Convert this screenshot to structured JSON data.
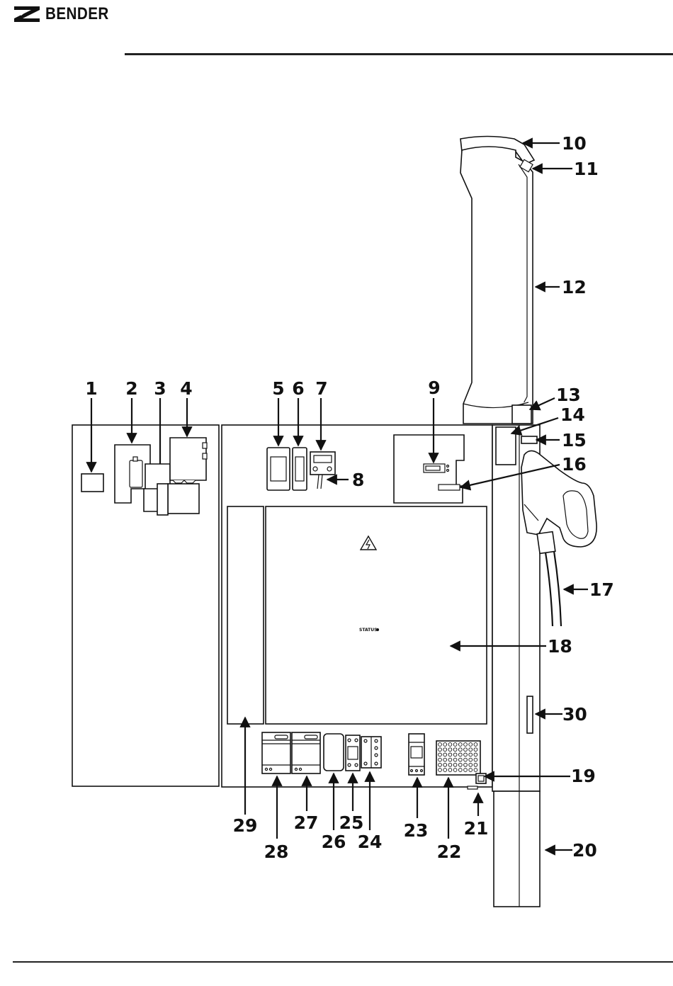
{
  "header": {
    "brand_name": "BENDER",
    "logo_icon": "bender-logo-icon"
  },
  "diagram": {
    "warning_icon": "high-voltage-warning-icon",
    "status_text": "STATUS",
    "callouts": {
      "c1": "1",
      "c2": "2",
      "c3": "3",
      "c4": "4",
      "c5": "5",
      "c6": "6",
      "c7": "7",
      "c8": "8",
      "c9": "9",
      "c10": "10",
      "c11": "11",
      "c12": "12",
      "c13": "13",
      "c14": "14",
      "c15": "15",
      "c16": "16",
      "c17": "17",
      "c18": "18",
      "c19": "19",
      "c20": "20",
      "c21": "21",
      "c22": "22",
      "c23": "23",
      "c24": "24",
      "c25": "25",
      "c26": "26",
      "c27": "27",
      "c28": "28",
      "c29": "29",
      "c30": "30"
    }
  }
}
